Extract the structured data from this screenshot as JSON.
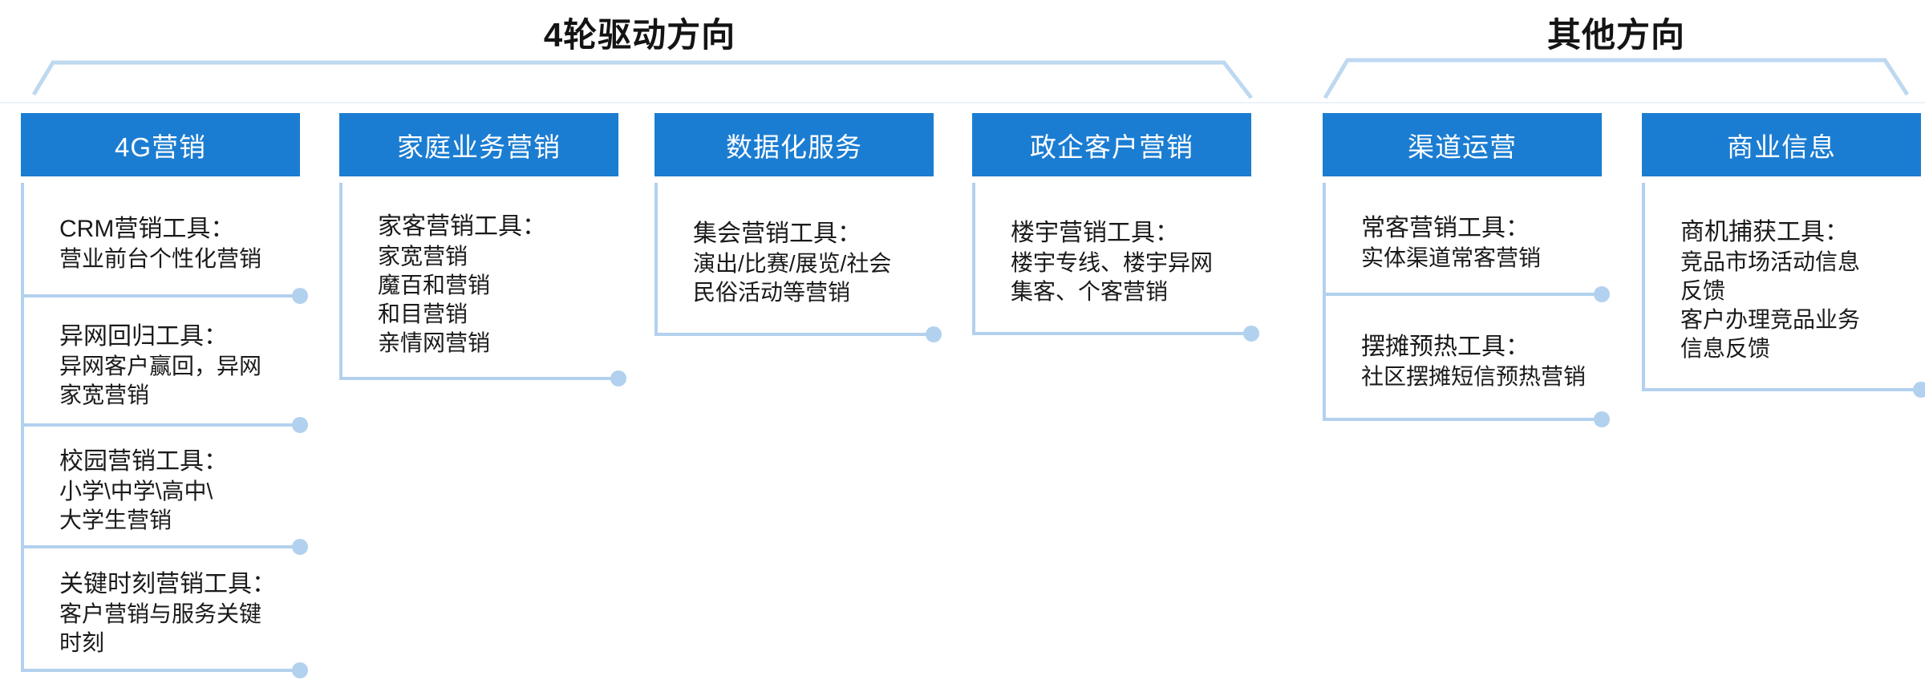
{
  "sections": [
    {
      "title": "4轮驱动方向"
    },
    {
      "title": "其他方向"
    }
  ],
  "columns": [
    {
      "header": "4G营销",
      "items": [
        {
          "title": "CRM营销工具：",
          "desc": "营业前台个性化营销"
        },
        {
          "title": "异网回归工具：",
          "desc": "异网客户赢回，异网\n家宽营销"
        },
        {
          "title": "校园营销工具：",
          "desc": "小学\\中学\\高中\\\n大学生营销"
        },
        {
          "title": "关键时刻营销工具：",
          "desc": "客户营销与服务关键\n时刻"
        }
      ]
    },
    {
      "header": "家庭业务营销",
      "items": [
        {
          "title": "家客营销工具：",
          "desc": "家宽营销\n魔百和营销\n和目营销\n亲情网营销"
        }
      ]
    },
    {
      "header": "数据化服务",
      "items": [
        {
          "title": "集会营销工具：",
          "desc": "演出/比赛/展览/社会\n民俗活动等营销"
        }
      ]
    },
    {
      "header": "政企客户营销",
      "items": [
        {
          "title": "楼宇营销工具：",
          "desc": "楼宇专线、楼宇异网\n集客、个客营销"
        }
      ]
    },
    {
      "header": "渠道运营",
      "items": [
        {
          "title": "常客营销工具：",
          "desc": "实体渠道常客营销"
        },
        {
          "title": "摆摊预热工具：",
          "desc": "社区摆摊短信预热营销"
        }
      ]
    },
    {
      "header": "商业信息",
      "items": [
        {
          "title": "商机捕获工具：",
          "desc": "竞品市场活动信息\n反馈\n客户办理竞品业务\n信息反馈"
        }
      ]
    }
  ],
  "colors": {
    "header_blue": "#1b7dd2",
    "connector_blue": "#b2d1ee",
    "bracket_blue": "#bed8f0",
    "text_black": "#1a1a1a"
  }
}
